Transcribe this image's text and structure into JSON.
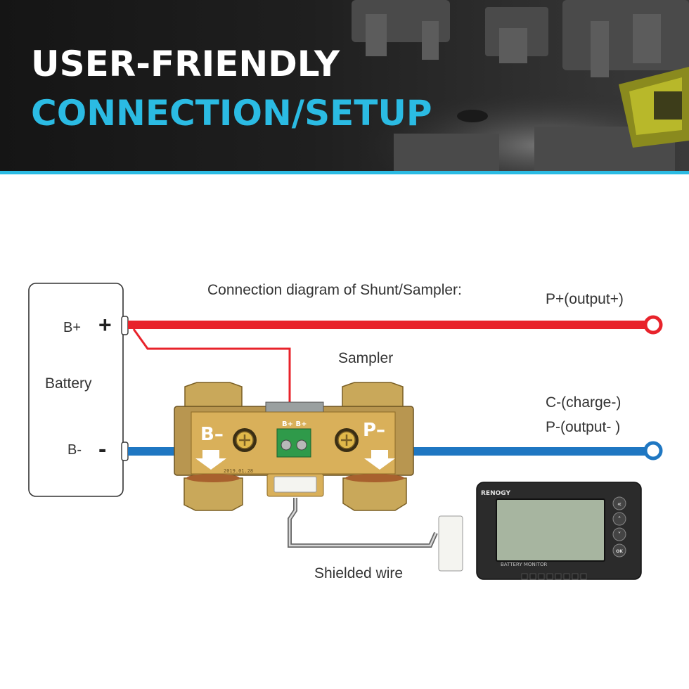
{
  "header": {
    "title_line1": "USER-FRIENDLY",
    "title_line2": "CONNECTION/SETUP"
  },
  "diagram": {
    "caption": "Connection diagram of Shunt/Sampler:",
    "battery": {
      "label": "Battery",
      "pos_terminal": "B+",
      "neg_terminal": "B-",
      "plus_sign": "+",
      "minus_sign": "-"
    },
    "outputs": {
      "positive": "P+(output+)",
      "charge_negative": "C-(charge-)",
      "output_negative": "P-(output- )"
    },
    "sampler": {
      "label": "Sampler",
      "left_mark": "B–",
      "right_mark": "P–",
      "terminal_labels": "B+ B+",
      "board_code": "2019.01.28"
    },
    "wire_label": "Shielded wire",
    "monitor": {
      "brand": "RENOGY",
      "caption": "BATTERY MONITOR",
      "buttons": [
        "«",
        "˄",
        "˅",
        "OK"
      ]
    },
    "colors": {
      "accent": "#2bbbe3",
      "positive_wire": "#e8232b",
      "negative_wire": "#1f77c2"
    }
  }
}
